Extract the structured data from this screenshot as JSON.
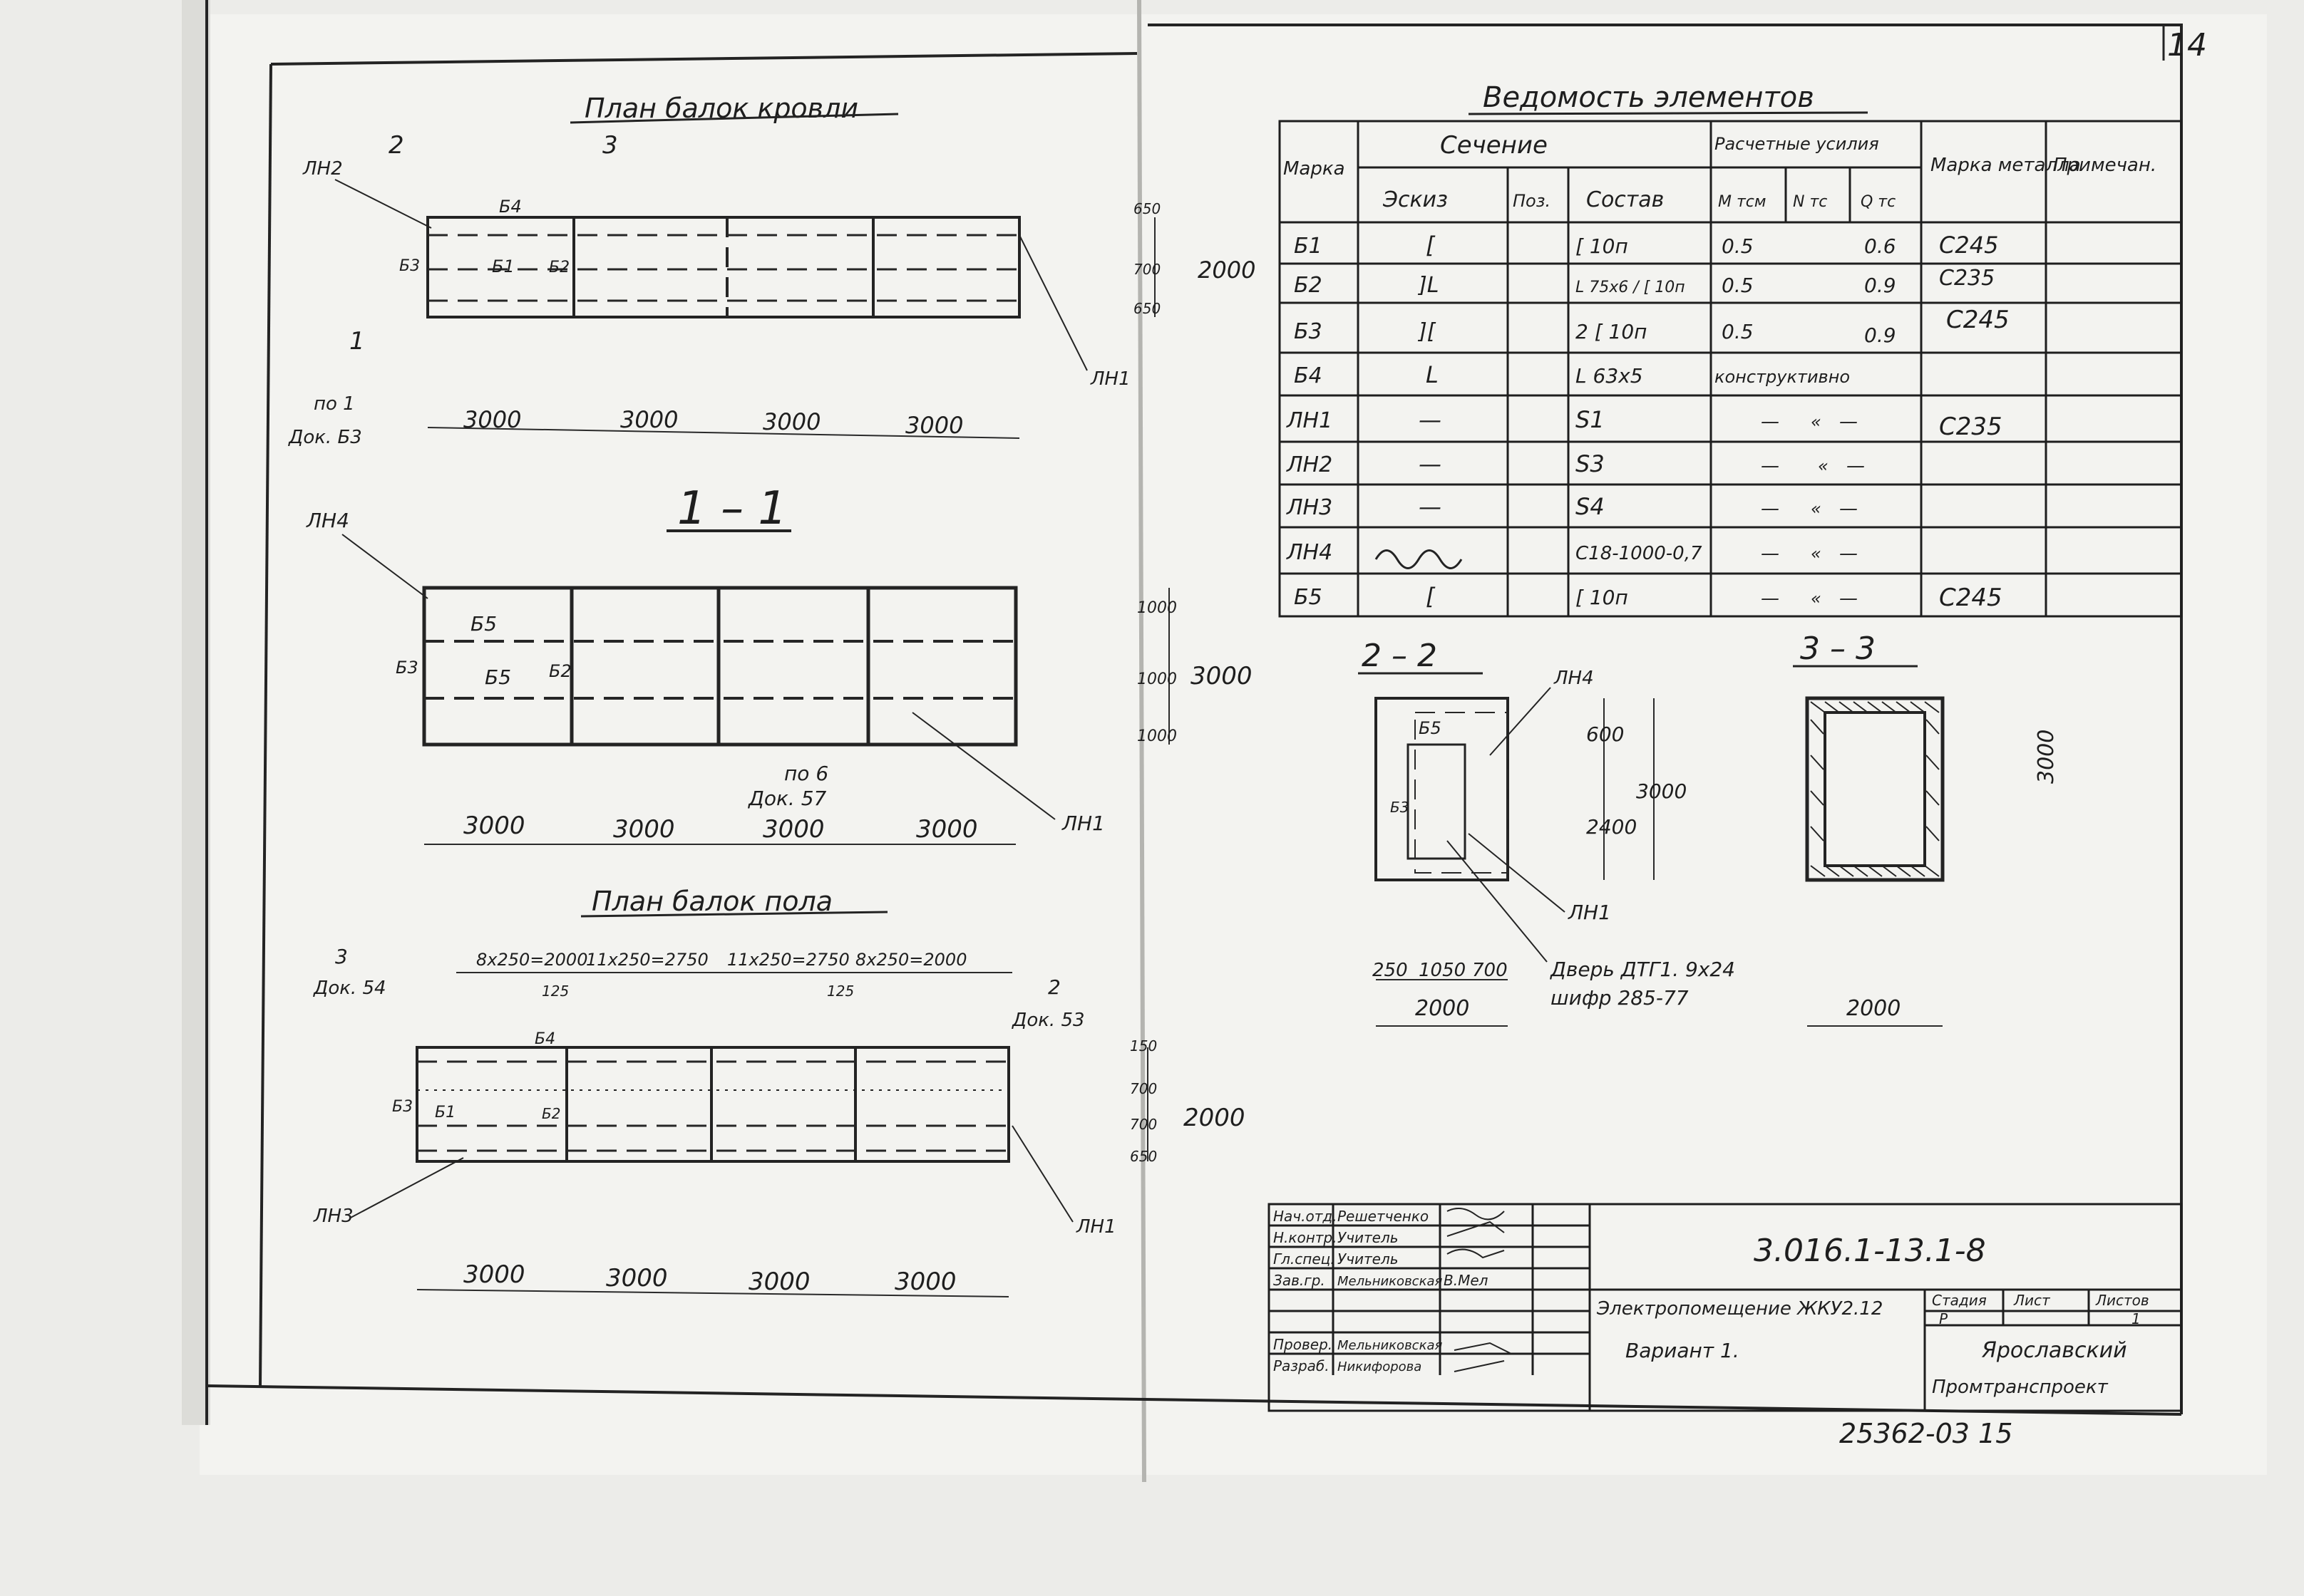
{
  "sheet_number": "14",
  "plan_roof": {
    "title": "План балок кровли",
    "marks": [
      "Б4",
      "Б1",
      "Б2",
      "Б3",
      "ЛН1",
      "ЛН2"
    ],
    "sections": [
      "2",
      "3",
      "1"
    ],
    "span": "3000",
    "dims_right": [
      "650",
      "700",
      "650"
    ],
    "total_height": "2000",
    "note_line1": "по 1",
    "note_line2": "Док. Б3"
  },
  "section_1_1": {
    "title": "1 – 1",
    "marks": [
      "Б5",
      "Б2",
      "Б3",
      "ЛН1",
      "ЛН4"
    ],
    "span": "3000",
    "dims_right": [
      "1000",
      "1000",
      "1000"
    ],
    "total_height": "3000",
    "note_line1": "по 6",
    "note_line2": "Док. 57"
  },
  "plan_floor": {
    "title": "План балок пола",
    "top_dims": [
      "8х250=2000",
      "11х250=2750",
      "11х250=2750",
      "8х250=2000"
    ],
    "small_dims": [
      "125",
      "125"
    ],
    "note_left_1": "3",
    "note_left_2": "Док. 54",
    "note_right_1": "2",
    "note_right_2": "Док. 53",
    "marks": [
      "Б4",
      "Б1",
      "Б2",
      "Б3",
      "ЛН1",
      "ЛН3"
    ],
    "span": "3000",
    "dims_right": [
      "150",
      "700",
      "700",
      "650"
    ],
    "total_height": "2000"
  },
  "section_2_2": {
    "title": "2 – 2",
    "marks": [
      "Б5",
      "Б3",
      "ЛН4",
      "ЛН1"
    ],
    "dim_600": "600",
    "dim_2400": "2400",
    "dim_3000": "3000",
    "bottom_dims": [
      "250",
      "1050",
      "700"
    ],
    "total": "2000",
    "door_line1": "Дверь ДТГ1. 9х24",
    "door_line2": "шифр 285-77"
  },
  "section_3_3": {
    "title": "3 – 3",
    "dim_3000": "3000",
    "total": "2000"
  },
  "schedule": {
    "title": "Ведомость элементов",
    "headers": {
      "marka": "Марка",
      "section": "Сечение",
      "sketch": "Эскиз",
      "pos": "Поз.",
      "composition": "Состав",
      "forces": "Расчетные усилия",
      "m": "М тсм",
      "n": "N тс",
      "q": "Q тс",
      "metal": "Марка металла",
      "note": "Примечан."
    },
    "rows": [
      {
        "marka": "Б1",
        "sketch": "[",
        "composition": "[ 10п",
        "m": "0.5",
        "n": "",
        "q": "0.6",
        "metal": "С245"
      },
      {
        "marka": "Б2",
        "sketch": "]L",
        "composition": "L 75х6 / [ 10п",
        "m": "0.5",
        "n": "",
        "q": "0.9",
        "metal": "С235"
      },
      {
        "marka": "Б3",
        "sketch": "][",
        "composition": "2 [ 10п",
        "m": "0.5",
        "n": "",
        "q": "0.9",
        "metal": "С245"
      },
      {
        "marka": "Б4",
        "sketch": "L",
        "composition": "L 63х5",
        "m": "конструктивно",
        "n": "",
        "q": "",
        "metal": ""
      },
      {
        "marka": "ЛН1",
        "sketch": "—",
        "composition": "S1",
        "m": "—",
        "n": "«",
        "q": "—",
        "metal": "С235"
      },
      {
        "marka": "ЛН2",
        "sketch": "—",
        "composition": "S3",
        "m": "—",
        "n": "«",
        "q": "—",
        "metal": ""
      },
      {
        "marka": "ЛН3",
        "sketch": "—",
        "composition": "S4",
        "m": "—",
        "n": "«",
        "q": "—",
        "metal": ""
      },
      {
        "marka": "ЛН4",
        "sketch": "~",
        "composition": "С18-1000-0,7",
        "m": "—",
        "n": "«",
        "q": "—",
        "metal": ""
      },
      {
        "marka": "Б5",
        "sketch": "[",
        "composition": "[ 10п",
        "m": "—",
        "n": "«",
        "q": "—",
        "metal": "С245"
      }
    ]
  },
  "title_block": {
    "code": "3.016.1-13.1-8",
    "name_line1": "Электропомещение ЖКУ2.12",
    "name_line2": "Вариант 1.",
    "stage_label": "Стадия",
    "sheet_label": "Лист",
    "sheets_label": "Листов",
    "stage": "Р",
    "sheets": "1",
    "org_line1": "Ярославский",
    "org_line2": "Промтранспроект",
    "roles": [
      {
        "role": "Нач.отд.",
        "name": "Решетченко"
      },
      {
        "role": "Н.контр.",
        "name": "Учитель"
      },
      {
        "role": "Гл.спец.",
        "name": "Учитель"
      },
      {
        "role": "Зав.гр.",
        "name": "Мельниковская"
      },
      {
        "role": "",
        "name": ""
      },
      {
        "role": "Провер.",
        "name": "Мельниковская"
      },
      {
        "role": "Разраб.",
        "name": "Никифорова"
      }
    ],
    "sig_initials": "В.Мел"
  },
  "inventory_number": "25362-03   15"
}
